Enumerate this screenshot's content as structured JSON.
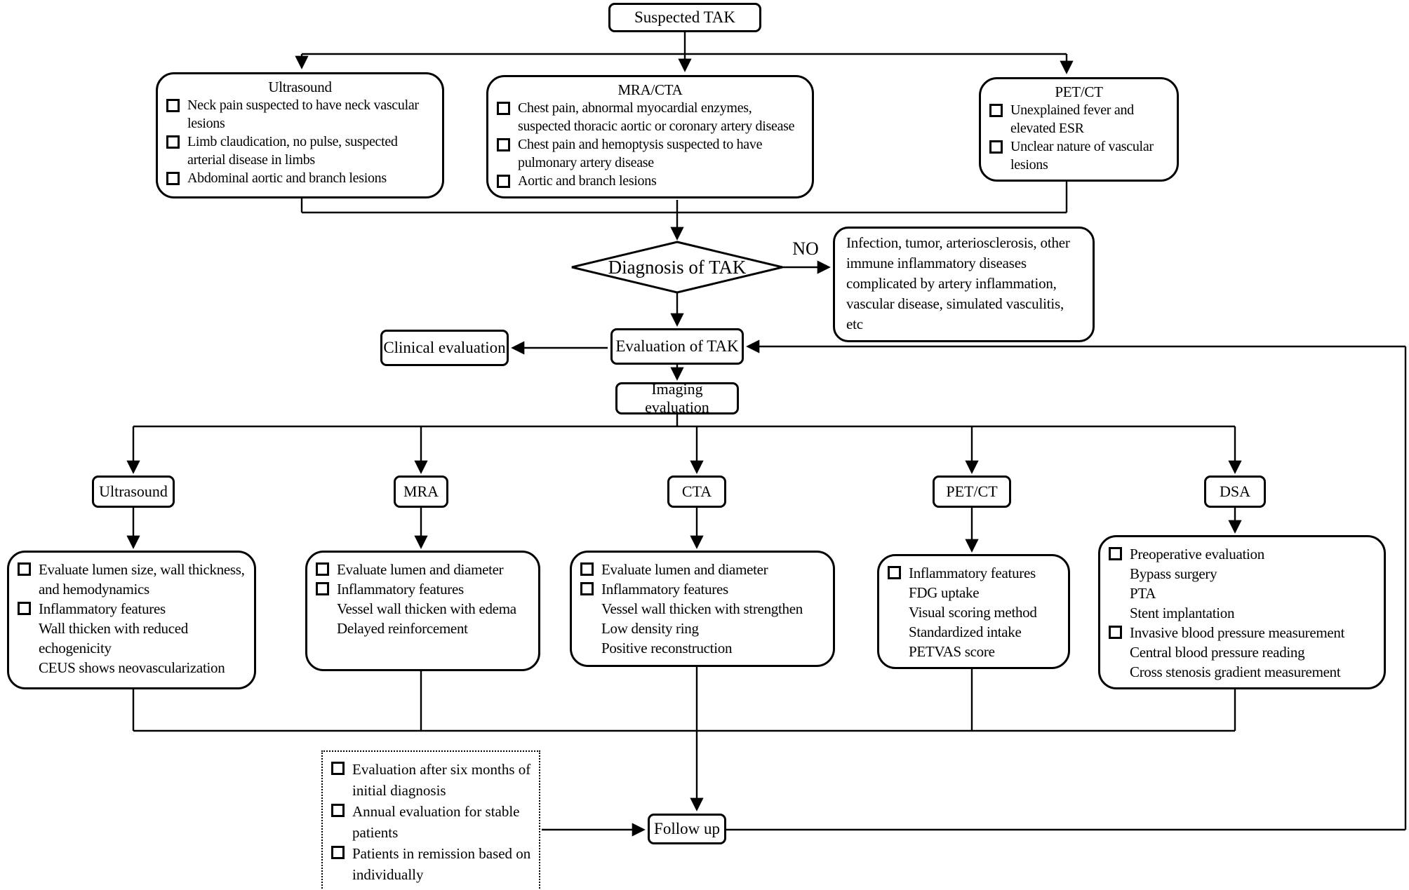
{
  "colors": {
    "line": "#000000",
    "box_border": "#000000",
    "background": "#ffffff",
    "text": "#000000"
  },
  "diagram": {
    "start": {
      "label": "Suspected TAK"
    },
    "top_boxes": [
      {
        "title": "Ultrasound",
        "items": [
          {
            "b": true,
            "t": "Neck pain suspected to have neck vascular lesions"
          },
          {
            "b": true,
            "t": "Limb claudication, no pulse, suspected arterial disease in limbs"
          },
          {
            "b": true,
            "t": "Abdominal aortic and branch lesions"
          }
        ]
      },
      {
        "title": "MRA/CTA",
        "items": [
          {
            "b": true,
            "t": "Chest pain, abnormal myocardial enzymes, suspected thoracic aortic or coronary artery disease"
          },
          {
            "b": true,
            "t": "Chest pain and hemoptysis suspected to have pulmonary artery disease"
          },
          {
            "b": true,
            "t": "Aortic and branch lesions"
          }
        ]
      },
      {
        "title": "PET/CT",
        "items": [
          {
            "b": true,
            "t": "Unexplained fever and elevated ESR"
          },
          {
            "b": true,
            "t": "Unclear nature of vascular lesions"
          }
        ]
      }
    ],
    "decision": {
      "label": "Diagnosis of TAK",
      "no_label": "NO"
    },
    "differential_box": {
      "text": "Infection, tumor, arteriosclerosis, other immune inflammatory diseases complicated by artery inflammation, vascular disease, simulated vasculitis, etc"
    },
    "clinical_evaluation": {
      "label": "Clinical evaluation"
    },
    "evaluation": {
      "label": "Evaluation of TAK"
    },
    "imaging_evaluation": {
      "label": "Imaging evaluation"
    },
    "branches": [
      {
        "label": "Ultrasound",
        "items": [
          {
            "b": true,
            "t": "Evaluate lumen size, wall thickness, and hemodynamics"
          },
          {
            "b": true,
            "t": "Inflammatory features"
          },
          {
            "b": false,
            "t": "Wall thicken with reduced echogenicity"
          },
          {
            "b": false,
            "t": "CEUS shows neovascularization"
          }
        ]
      },
      {
        "label": "MRA",
        "items": [
          {
            "b": true,
            "t": "Evaluate lumen and diameter"
          },
          {
            "b": true,
            "t": "Inflammatory features"
          },
          {
            "b": false,
            "t": "Vessel wall thicken with edema"
          },
          {
            "b": false,
            "t": "Delayed reinforcement"
          }
        ]
      },
      {
        "label": "CTA",
        "items": [
          {
            "b": true,
            "t": "Evaluate lumen and diameter"
          },
          {
            "b": true,
            "t": "Inflammatory features"
          },
          {
            "b": false,
            "t": "Vessel wall thicken with strengthen"
          },
          {
            "b": false,
            "t": "Low density ring"
          },
          {
            "b": false,
            "t": "Positive reconstruction"
          }
        ]
      },
      {
        "label": "PET/CT",
        "items": [
          {
            "b": true,
            "t": "Inflammatory features"
          },
          {
            "b": false,
            "t": "FDG uptake"
          },
          {
            "b": false,
            "t": "Visual scoring method"
          },
          {
            "b": false,
            "t": "Standardized intake"
          },
          {
            "b": false,
            "t": "PETVAS score"
          }
        ]
      },
      {
        "label": "DSA",
        "items": [
          {
            "b": true,
            "t": "Preoperative evaluation"
          },
          {
            "b": false,
            "t": "Bypass surgery"
          },
          {
            "b": false,
            "t": "PTA"
          },
          {
            "b": false,
            "t": "Stent implantation"
          },
          {
            "b": true,
            "t": "Invasive blood pressure measurement"
          },
          {
            "b": false,
            "t": "Central blood pressure reading"
          },
          {
            "b": false,
            "t": "Cross stenosis gradient measurement"
          }
        ]
      }
    ],
    "followup_criteria": {
      "items": [
        {
          "b": true,
          "t": "Evaluation after six months of initial diagnosis"
        },
        {
          "b": true,
          "t": "Annual evaluation for stable patients"
        },
        {
          "b": true,
          "t": "Patients in remission based on individually"
        }
      ]
    },
    "follow_up": {
      "label": "Follow up"
    }
  }
}
